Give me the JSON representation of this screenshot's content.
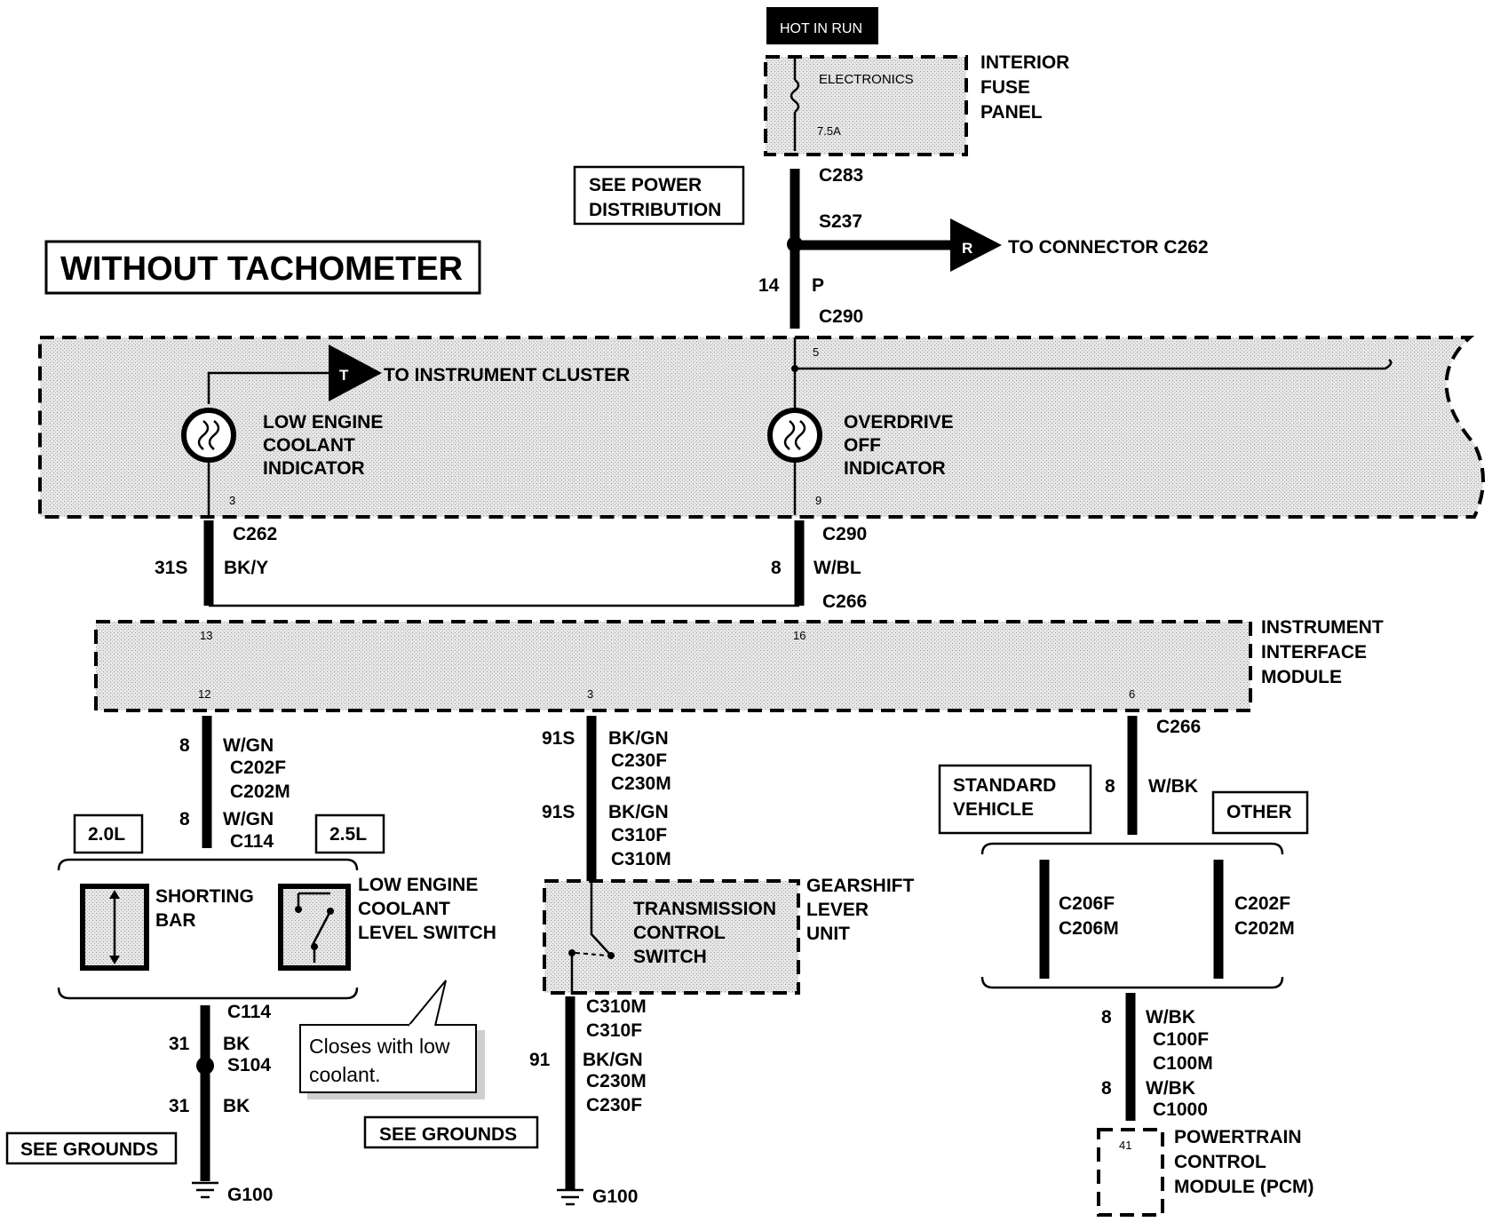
{
  "title": "WITHOUT TACHOMETER",
  "hot_in_run": "HOT IN RUN",
  "fuse_panel": {
    "fuse_name": "ELECTRONICS",
    "fuse_rating": "7.5A",
    "label": [
      "INTERIOR",
      "FUSE",
      "PANEL"
    ]
  },
  "see_power_distribution": [
    "SEE POWER",
    "DISTRIBUTION"
  ],
  "top_wire": {
    "c283": "C283",
    "s237": "S237",
    "gauge": "14",
    "color": "P",
    "c290": "C290",
    "r_marker": "R",
    "to_connector": "TO CONNECTOR C262"
  },
  "cluster": {
    "t_marker": "T",
    "to_instrument_cluster": "TO INSTRUMENT CLUSTER",
    "low_coolant_label": [
      "LOW ENGINE",
      "COOLANT",
      "INDICATOR"
    ],
    "overdrive_label": [
      "OVERDRIVE",
      "OFF",
      "INDICATOR"
    ],
    "pin_5": "5",
    "pin_3": "3",
    "pin_9": "9"
  },
  "left_upper_wire": {
    "connector": "C262",
    "gauge": "31S",
    "color": "BK/Y"
  },
  "right_upper_wire": {
    "connector_top": "C290",
    "gauge": "8",
    "color": "W/BL",
    "connector_bottom": "C266"
  },
  "iim": {
    "label": [
      "INSTRUMENT",
      "INTERFACE",
      "MODULE"
    ],
    "pin_13": "13",
    "pin_16": "16",
    "pin_12": "12",
    "pin_3": "3",
    "pin_6": "6"
  },
  "left_branch": {
    "gauge1": "8",
    "color1": "W/GN",
    "c202f": "C202F",
    "c202m": "C202M",
    "gauge2": "8",
    "color2": "W/GN",
    "c114": "C114",
    "engine_20": "2.0L",
    "engine_25": "2.5L",
    "shorting_bar": [
      "SHORTING",
      "BAR"
    ],
    "level_switch": [
      "LOW ENGINE",
      "COOLANT",
      "LEVEL SWITCH"
    ],
    "c114_lower": "C114",
    "gauge3": "31",
    "color3": "BK",
    "s104": "S104",
    "gauge4": "31",
    "color4": "BK",
    "see_grounds": "SEE GROUNDS",
    "ground": "G100",
    "callout": [
      "Closes with low",
      "coolant."
    ]
  },
  "middle_branch": {
    "gauge1": "91S",
    "color1": "BK/GN",
    "c230f": "C230F",
    "c230m": "C230M",
    "gauge2": "91S",
    "color2": "BK/GN",
    "c310f": "C310F",
    "c310m": "C310M",
    "tcs_label": [
      "TRANSMISSION",
      "CONTROL",
      "SWITCH"
    ],
    "glu_label": [
      "GEARSHIFT",
      "LEVER",
      "UNIT"
    ],
    "c310m_lower": "C310M",
    "c310f_lower": "C310F",
    "gauge3": "91",
    "color3": "BK/GN",
    "c230m_lower": "C230M",
    "c230f_lower": "C230F",
    "see_grounds": "SEE GROUNDS",
    "ground": "G100"
  },
  "right_branch": {
    "c266": "C266",
    "gauge1": "8",
    "color1": "W/BK",
    "standard_vehicle": [
      "STANDARD",
      "VEHICLE"
    ],
    "other": "OTHER",
    "c206f": "C206F",
    "c206m": "C206M",
    "c202f": "C202F",
    "c202m": "C202M",
    "gauge2": "8",
    "color2": "W/BK",
    "c100f": "C100F",
    "c100m": "C100M",
    "gauge3": "8",
    "color3": "W/BK",
    "c1000": "C1000",
    "pcm_pin": "41",
    "pcm_label": [
      "POWERTRAIN",
      "CONTROL",
      "MODULE (PCM)"
    ]
  }
}
